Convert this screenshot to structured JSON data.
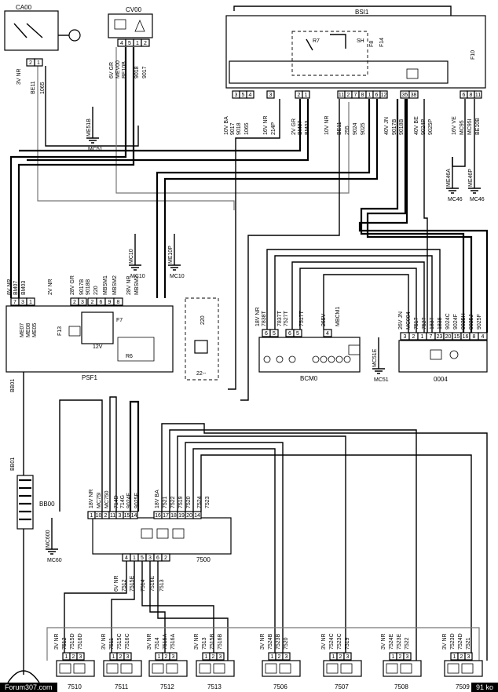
{
  "components": {
    "ca00": {
      "code": "CA00",
      "pins": [
        "2",
        "1"
      ],
      "wires": [
        "3V NR",
        "BE11",
        "1065"
      ]
    },
    "cv00": {
      "code": "CV00",
      "pins": [
        "4",
        "5",
        "1",
        "2"
      ],
      "wires": [
        "6V GR",
        "MEV00",
        "BE10B",
        "9018",
        "9017"
      ]
    },
    "bsi1": {
      "code": "BSI1",
      "labels": [
        "R7",
        "SH",
        "F8",
        "F14",
        "F10"
      ],
      "pins_left": [
        "3",
        "5",
        "4",
        "3",
        "2",
        "1"
      ],
      "pins_mid": [
        "11",
        "2",
        "7",
        "8",
        "1",
        "6",
        "12"
      ],
      "pins_right": [
        "35",
        "38",
        "6",
        "8",
        "11"
      ],
      "wires": [
        "10V BA",
        "9017",
        "9018",
        "1065",
        "16V NR",
        "214P",
        "2V GR",
        "BM07",
        "BM03",
        "10V NR",
        "BE11",
        "255",
        "9024",
        "9025",
        "40V JN",
        "9017B",
        "9018B",
        "40V BE",
        "9024P",
        "9025P",
        "16V VE",
        "MC95",
        "MC95I",
        "BE10B"
      ]
    },
    "ground_left": {
      "label": "ME51B",
      "mc": "MC51"
    },
    "ground_mc46": [
      {
        "label": "ME46A",
        "mc": "MC46"
      },
      {
        "label": "ME46P",
        "mc": "MC46"
      }
    ],
    "psf1": {
      "code": "PSF1",
      "pins": [
        "7",
        "3",
        "1",
        "2",
        "3",
        "2",
        "6",
        "9",
        "8"
      ],
      "wires": [
        "8V NR",
        "BM07",
        "BM03",
        "2V NR",
        "28V GR",
        "9017B",
        "9018B",
        "220",
        "MBSM1",
        "MBSM2",
        "28V NR",
        "MBSM3"
      ],
      "inner": [
        "ME07",
        "ME08",
        "ME05",
        "F13",
        "F7",
        "12V",
        "R6"
      ],
      "grounds": [
        "MC10",
        "ME10P",
        "MC10",
        "MC10"
      ]
    },
    "relay220": {
      "top": "220",
      "bottom": "22--"
    },
    "bcm0": {
      "code": "BCM0",
      "pins": [
        "6",
        "5",
        "6",
        "5",
        "4"
      ],
      "wires": [
        "18V NR",
        "7838T",
        "7837T",
        "7527T",
        "7517T",
        "265V",
        "MBCM1"
      ]
    },
    "ground_mc51": {
      "label": "MC51E",
      "mc": "MC51"
    },
    "c0004": {
      "code": "0004",
      "pins": [
        "3",
        "2",
        "1",
        "7",
        "23",
        "20",
        "15",
        "16",
        "8",
        "4"
      ],
      "wires": [
        "26V JN",
        "MC004",
        "7517",
        "7527",
        "1837",
        "1838",
        "9024C",
        "9024F",
        "9025H",
        "9025J",
        "9025F"
      ]
    },
    "battery": {
      "top": "BB01",
      "mid": "BB01",
      "code": "BB00"
    },
    "c7500": {
      "code": "7500",
      "top_pins": [
        "1",
        "10",
        "2",
        "11",
        "3",
        "15",
        "14",
        "16",
        "17",
        "18",
        "19",
        "20",
        "14"
      ],
      "bottom_pins": [
        "4",
        "1",
        "5",
        "3",
        "6",
        "2"
      ],
      "wires_top": [
        "18V NR",
        "MC75I",
        "MC750",
        "714D",
        "714G",
        "9024F",
        "9025F",
        "18V BA",
        "7521",
        "7522",
        "7519",
        "7520",
        "7524",
        "7523"
      ],
      "wires_bottom": [
        "6V NR",
        "7512",
        "7515E",
        "7514",
        "7516E",
        "7513"
      ]
    },
    "ground_mc60": {
      "label": "MC600",
      "mc": "MC60"
    },
    "sensors": [
      {
        "code": "7510",
        "wires": [
          "3V NR",
          "7512",
          "7515D",
          "7516D"
        ]
      },
      {
        "code": "7511",
        "wires": [
          "3V NR",
          "7511",
          "7515C",
          "7516C"
        ]
      },
      {
        "code": "7512",
        "wires": [
          "3V NR",
          "7514",
          "7515A",
          "7516A"
        ]
      },
      {
        "code": "7513",
        "wires": [
          "3V NR",
          "7513",
          "7515B",
          "7516B"
        ]
      },
      {
        "code": "7506",
        "wires": [
          "3V NR",
          "7524B",
          "7523B",
          "7520"
        ]
      },
      {
        "code": "7507",
        "wires": [
          "3V NR",
          "7524C",
          "7523C",
          "7519"
        ]
      },
      {
        "code": "7508",
        "wires": [
          "3V NR",
          "7524E",
          "7523E",
          "7522"
        ]
      },
      {
        "code": "7509",
        "wires": [
          "3V NR",
          "7523D",
          "7524D",
          "7521"
        ]
      }
    ],
    "sensor_pins": [
      "1",
      "2",
      "3"
    ]
  },
  "footer": {
    "left": "Forum307.com",
    "right": "91 ko"
  }
}
